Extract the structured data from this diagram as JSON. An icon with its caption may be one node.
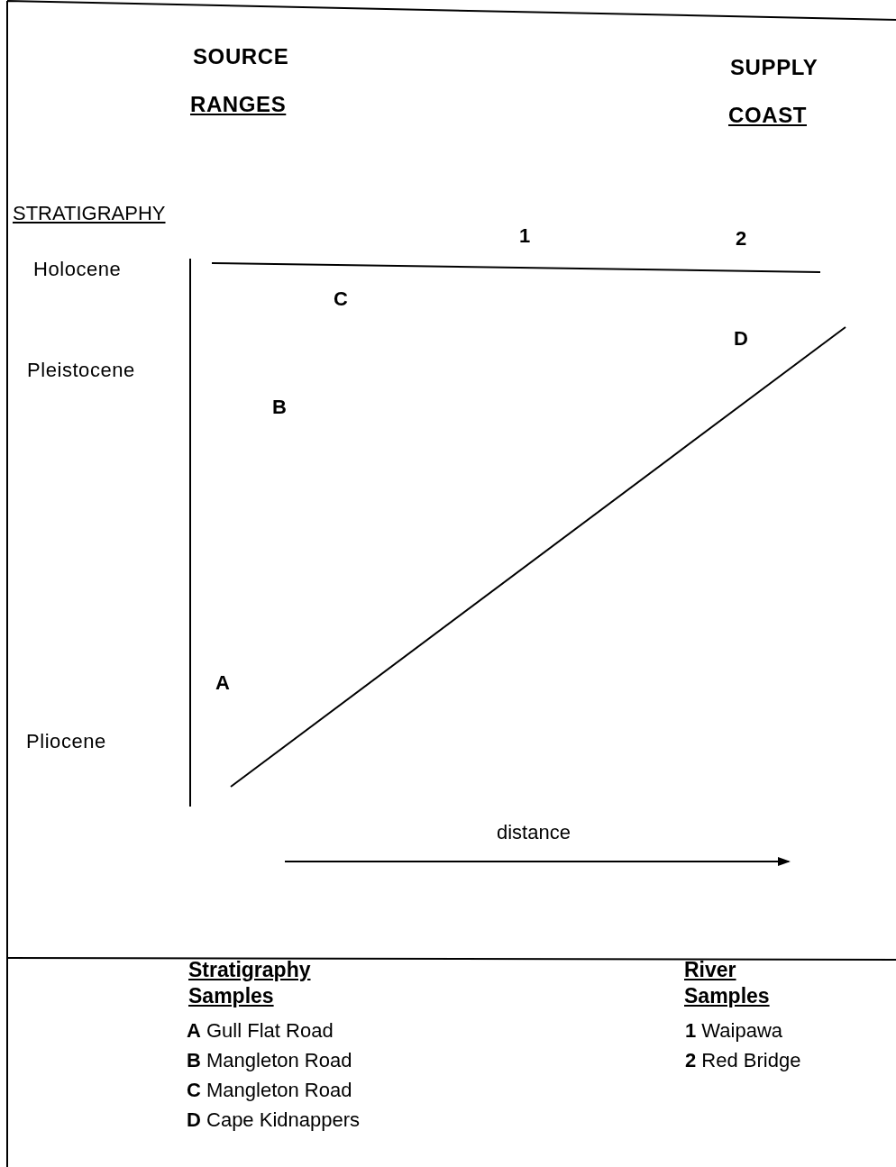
{
  "diagram": {
    "labels": [
      "SOURCE",
      "SUPPLY",
      "RANGES",
      "COAST",
      "STRATIGRAPHY",
      "1",
      "2",
      "Holocene",
      "C",
      "D",
      "Pleistocene",
      "B",
      "A",
      "Pliocene",
      "distance",
      "Stratigraphy Samples",
      "River Samples",
      "**A** Gull Flat Road",
      "**1** Waipawa",
      "**B** Mangleton Road",
      "**2** Red Bridge",
      "**C** Mangleton Road",
      "**D** Cape Kidnappers"
    ]
  }
}
